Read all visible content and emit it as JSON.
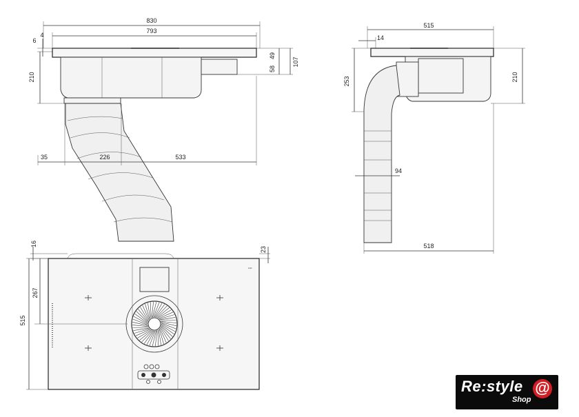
{
  "dimensions": {
    "side_width_total": "830",
    "side_width_inner": "793",
    "side_top_left": "6",
    "side_top_left2": "4",
    "side_height_left": "210",
    "side_height_right": "107",
    "side_right_49": "49",
    "side_right_58": "58",
    "side_bottom_35": "35",
    "side_bottom_226": "226",
    "side_bottom_533": "533",
    "end_width_top": "515",
    "end_top_14": "14",
    "end_left_253": "253",
    "end_right_210": "210",
    "end_duct_94": "94",
    "end_bottom_518": "518",
    "plan_top_16": "16",
    "plan_right_23": "23",
    "plan_left_267": "267",
    "plan_left_515": "515"
  },
  "brand": {
    "name": "Re:style",
    "sub": "Shop",
    "at": "@",
    "accent_color": "#d21f26",
    "bg_color": "#0b0b0b"
  }
}
